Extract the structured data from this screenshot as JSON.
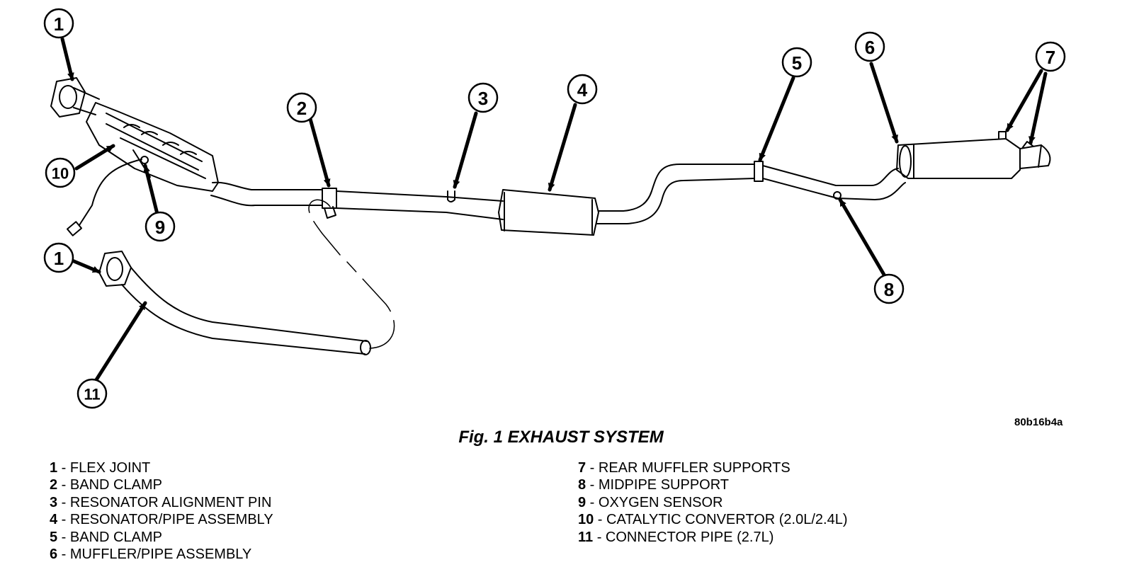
{
  "figure": {
    "code": "80b16b4a",
    "title": "Fig. 1 EXHAUST SYSTEM"
  },
  "callouts": [
    "1",
    "2",
    "3",
    "4",
    "5",
    "6",
    "7",
    "8",
    "9",
    "10",
    "1",
    "11"
  ],
  "legend_left": [
    {
      "num": "1",
      "text": " - FLEX JOINT"
    },
    {
      "num": "2",
      "text": " - BAND CLAMP"
    },
    {
      "num": "3",
      "text": " - RESONATOR ALIGNMENT PIN"
    },
    {
      "num": "4",
      "text": " - RESONATOR/PIPE ASSEMBLY"
    },
    {
      "num": "5",
      "text": " - BAND CLAMP"
    },
    {
      "num": "6",
      "text": " - MUFFLER/PIPE ASSEMBLY"
    }
  ],
  "legend_right": [
    {
      "num": "7",
      "text": " - REAR MUFFLER SUPPORTS"
    },
    {
      "num": "8",
      "text": " - MIDPIPE SUPPORT"
    },
    {
      "num": "9",
      "text": " - OXYGEN SENSOR"
    },
    {
      "num": "10",
      "text": " - CATALYTIC CONVERTOR (2.0L/2.4L)"
    },
    {
      "num": "11",
      "text": " - CONNECTOR PIPE (2.7L)"
    }
  ]
}
